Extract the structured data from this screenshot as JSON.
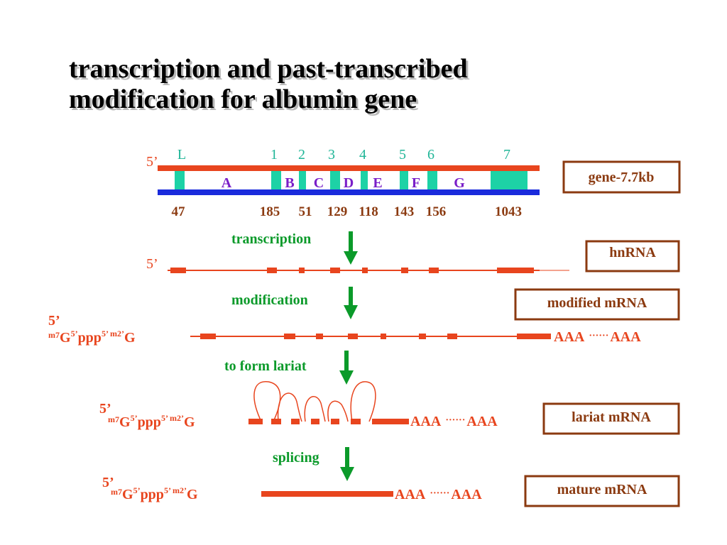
{
  "title": {
    "line1": "transcription and past-transcribed",
    "line2": "modification for albumin gene"
  },
  "colors": {
    "red": "#e8451e",
    "blue": "#1a2bdc",
    "teal": "#1dd2a6",
    "green": "#0b9a2a",
    "purple": "#7a1ec8",
    "brown": "#8b3a10"
  },
  "gene": {
    "five_prime": "5’",
    "exon_labels": [
      "L",
      "1",
      "2",
      "3",
      "4",
      "5",
      "6",
      "7"
    ],
    "intron_labels": [
      "A",
      "B",
      "C",
      "D",
      "E",
      "F",
      "G"
    ],
    "exon_sizes": [
      "47",
      "185",
      "51",
      "129",
      "118",
      "143",
      "156",
      "1043"
    ],
    "box_label": "gene-7.7kb"
  },
  "steps": {
    "transcription": "transcription",
    "modification": "modification",
    "lariat": "to form lariat",
    "splicing": "splicing"
  },
  "hnrna": {
    "five_prime": "5’",
    "box_label": "hnRNA"
  },
  "cap": {
    "five_prime": "5’",
    "m7": "m7",
    "g": "G",
    "five_sup": "5’",
    "ppp": "ppp",
    "five_m2": "5’ m2’",
    "g2": "G"
  },
  "polyA": {
    "left": "AAA",
    "dots": "······",
    "right": "AAA"
  },
  "modified": {
    "box_label": "modified mRNA"
  },
  "lariat": {
    "box_label": "lariat mRNA"
  },
  "mature": {
    "box_label": "mature mRNA"
  }
}
